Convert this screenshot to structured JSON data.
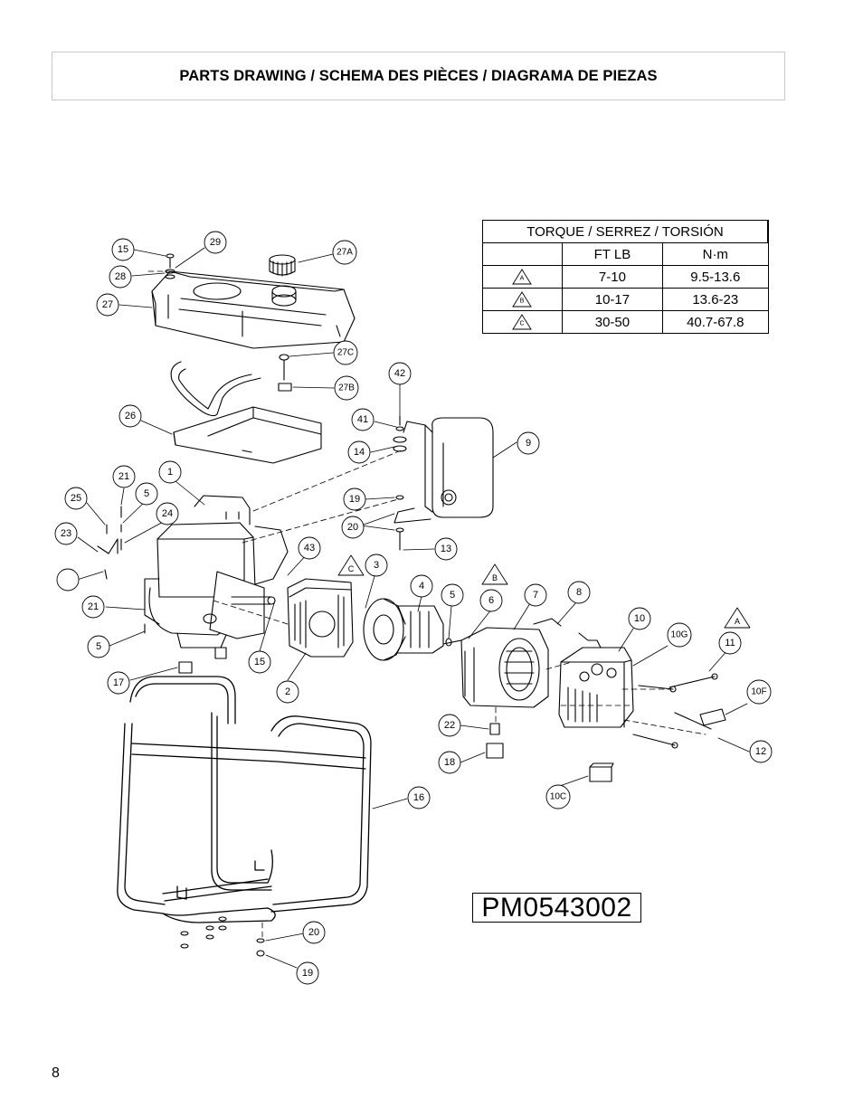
{
  "header": {
    "title": "PARTS DRAWING / SCHEMA DES PIÈCES / DIAGRAMA DE PIEZAS"
  },
  "torque_table": {
    "title": "TORQUE / SERREZ / TORSIÓN",
    "col_ftlb": "FT LB",
    "col_nm": "N·m",
    "rows": [
      {
        "mark": "A",
        "ftlb": "7-10",
        "nm": "9.5-13.6"
      },
      {
        "mark": "B",
        "ftlb": "10-17",
        "nm": "13.6-23"
      },
      {
        "mark": "C",
        "ftlb": "30-50",
        "nm": "40.7-67.8"
      }
    ]
  },
  "callouts": [
    "15",
    "29",
    "28",
    "27",
    "27A",
    "27C",
    "27B",
    "26",
    "42",
    "41",
    "14",
    "9",
    "21",
    "1",
    "25",
    "5",
    "24",
    "23",
    "19",
    "20",
    "13",
    "43",
    "3",
    "C",
    "4",
    "5",
    "6",
    "B",
    "7",
    "8",
    "10",
    "10G",
    "A",
    "11",
    "21",
    "5",
    "15",
    "2",
    "17",
    "22",
    "18",
    "10F",
    "12",
    "10C",
    "16",
    "20",
    "19"
  ],
  "reference_code": "PM0543002",
  "page_number": "8"
}
